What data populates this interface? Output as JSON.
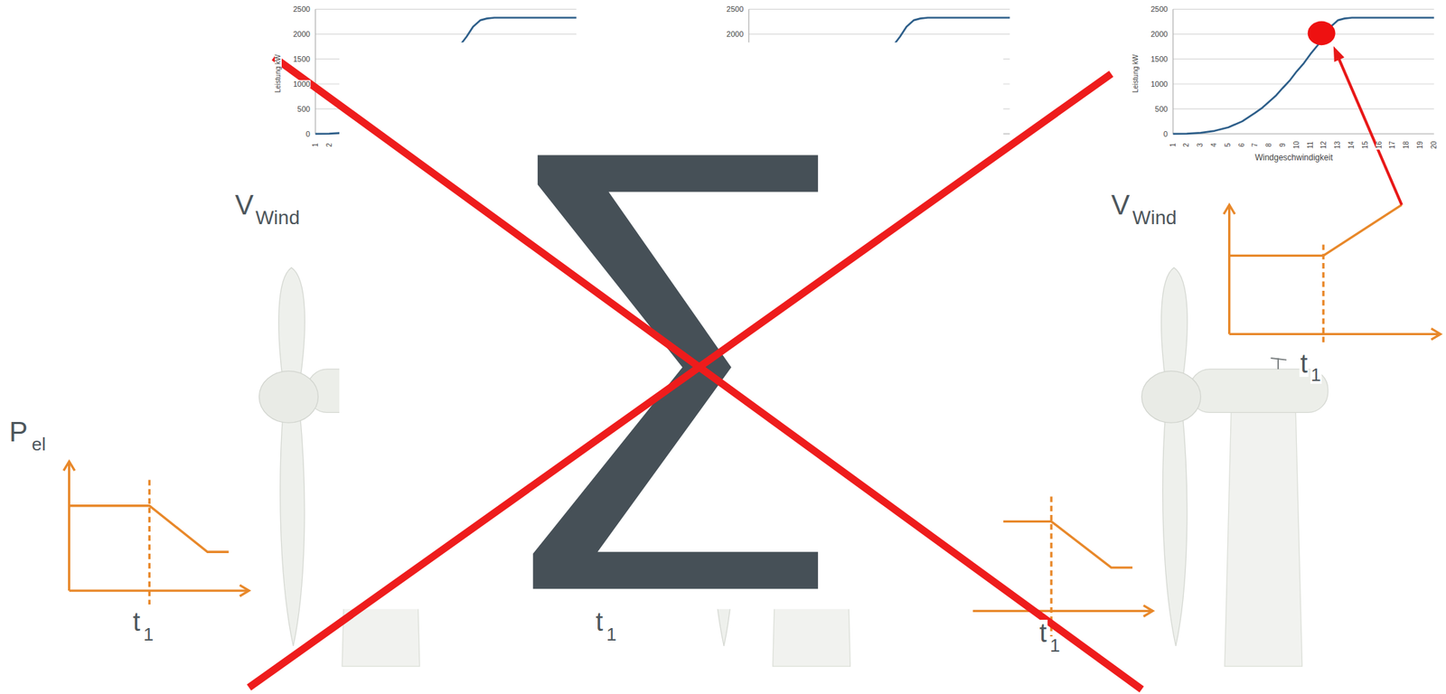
{
  "diagram": {
    "labels": [
      "2500",
      "2000",
      "1500",
      "1000",
      "500",
      "0",
      "Leistung kW",
      "1",
      "2",
      "2500",
      "2000",
      "2500",
      "2000",
      "1500",
      "1000",
      "500",
      "0",
      "Leistung kW",
      "1",
      "2",
      "3",
      "4",
      "5",
      "6",
      "7",
      "8",
      "9",
      "10",
      "11",
      "12",
      "13",
      "14",
      "15",
      "16",
      "17",
      "18",
      "19",
      "20",
      "Windgeschwindigkeit",
      "V",
      "Wind",
      "V",
      "Wind",
      "t",
      "1",
      "P",
      "el",
      "t",
      "1",
      "t",
      "1",
      "t",
      "1"
    ]
  }
}
